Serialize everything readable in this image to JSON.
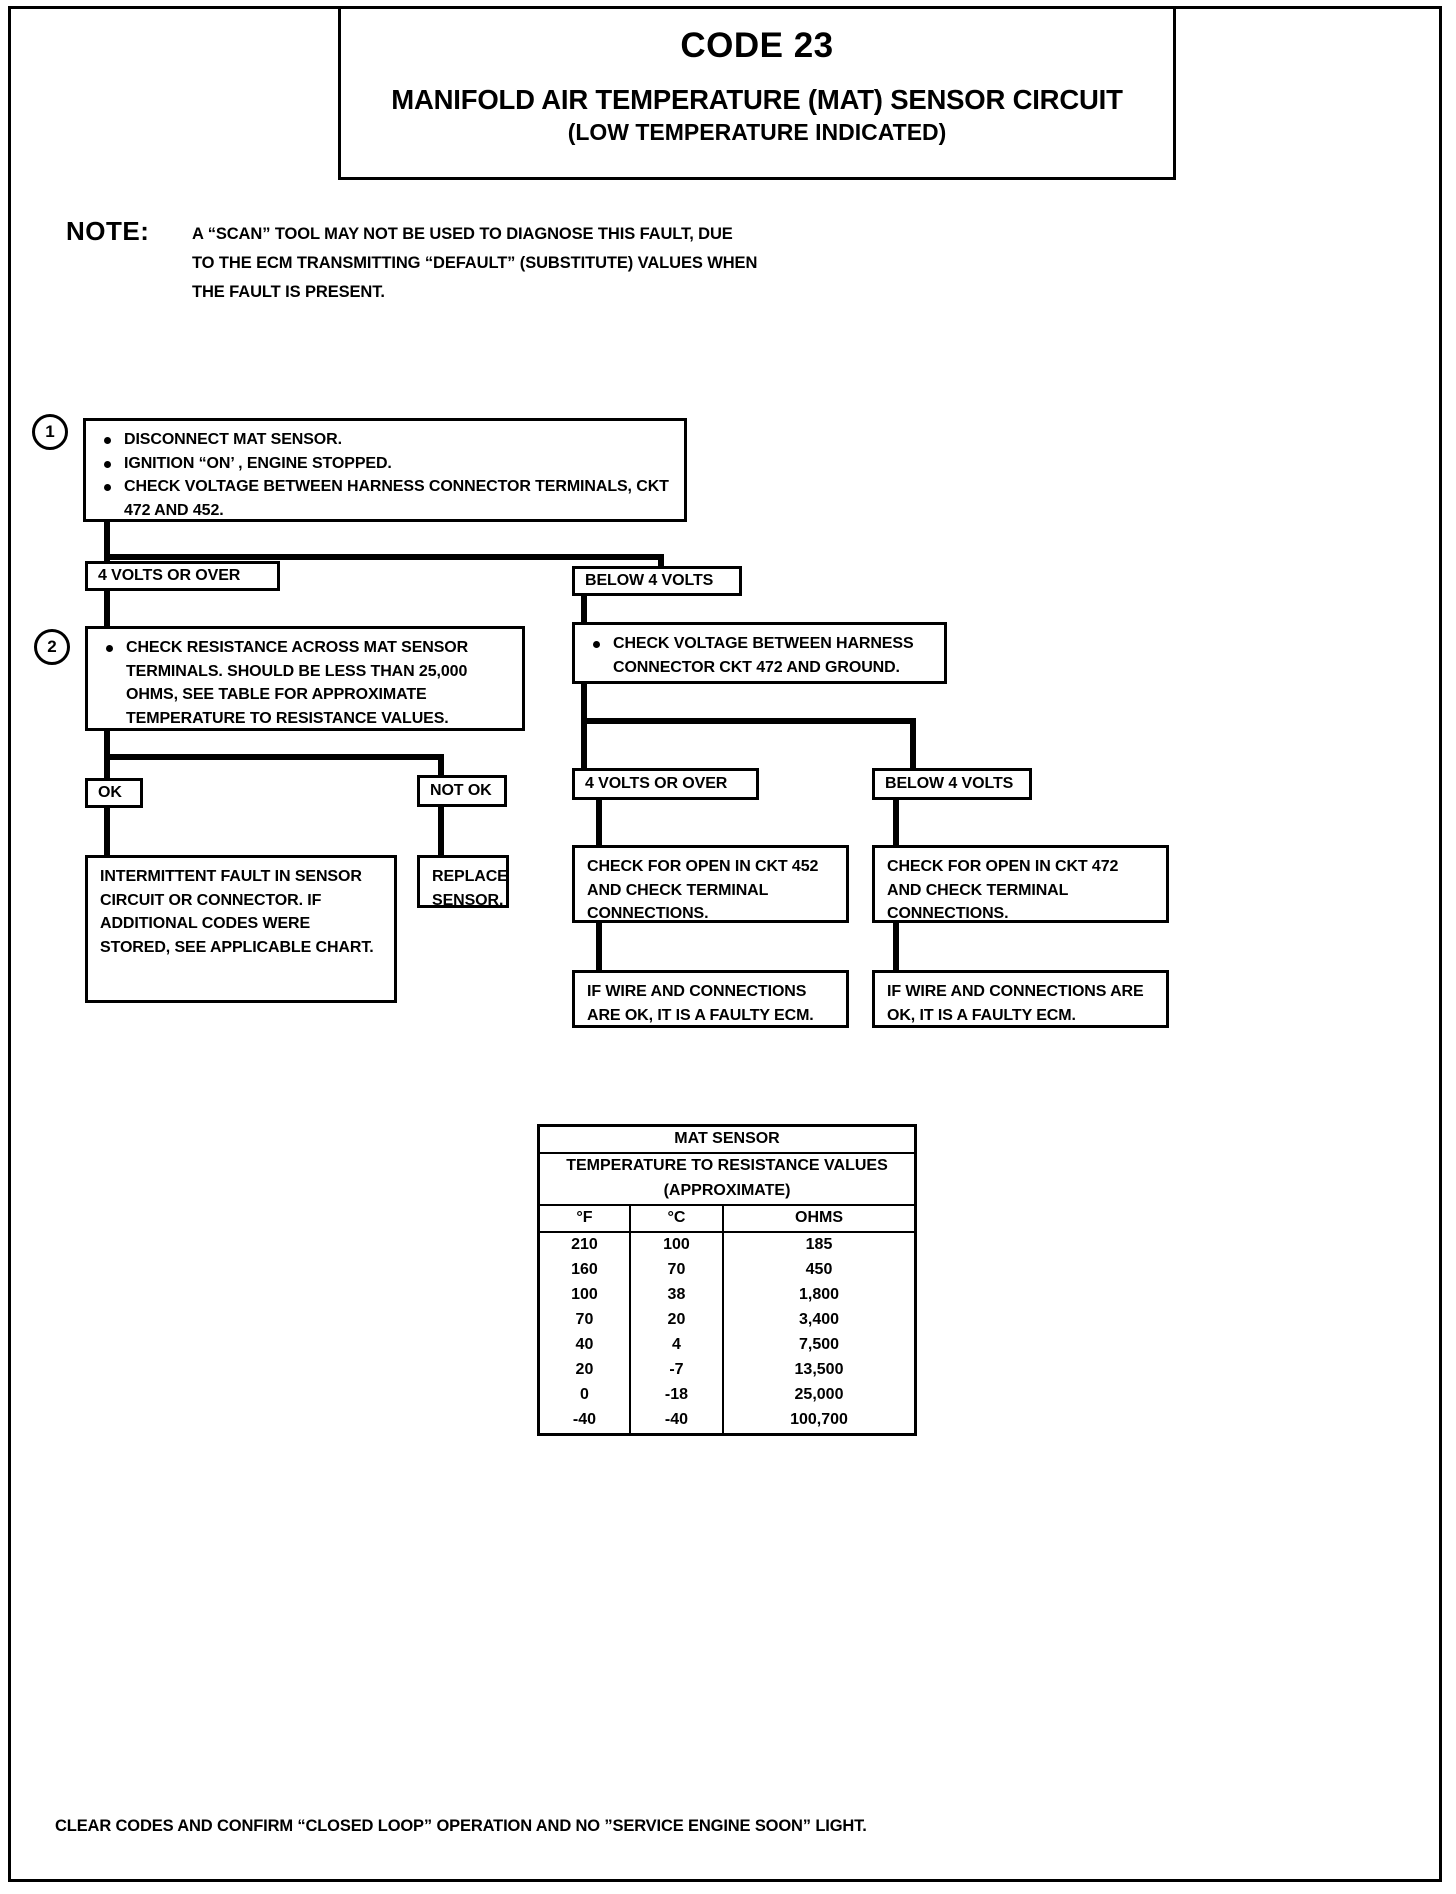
{
  "title": {
    "code": "CODE 23",
    "main": "MANIFOLD AIR TEMPERATURE (MAT) SENSOR CIRCUIT",
    "sub": "(LOW TEMPERATURE INDICATED)"
  },
  "note": {
    "label": "NOTE:",
    "lines": [
      "A “SCAN” TOOL MAY NOT BE USED TO DIAGNOSE THIS FAULT, DUE",
      "TO THE ECM TRANSMITTING “DEFAULT” (SUBSTITUTE) VALUES WHEN",
      "THE FAULT IS PRESENT."
    ]
  },
  "flow": {
    "step1": {
      "number": "1",
      "bullets": [
        "DISCONNECT MAT SENSOR.",
        "IGNITION “ON’ , ENGINE STOPPED.",
        "CHECK VOLTAGE BETWEEN HARNESS CONNECTOR TERMINALS, CKT 472 AND 452."
      ]
    },
    "branch_left_label": "4 VOLTS OR OVER",
    "branch_right_label": "BELOW 4 VOLTS",
    "step2": {
      "number": "2",
      "bullets": [
        "CHECK RESISTANCE ACROSS MAT SENSOR TERMINALS. SHOULD BE LESS THAN 25,000 OHMS, SEE TABLE FOR APPROXIMATE TEMPERATURE TO RESISTANCE VALUES."
      ]
    },
    "right_check": {
      "bullets": [
        "CHECK VOLTAGE BETWEEN HARNESS CONNECTOR CKT 472 AND GROUND."
      ]
    },
    "ok_label": "OK",
    "not_ok_label": "NOT OK",
    "right_sub_left_label": "4 VOLTS OR OVER",
    "right_sub_right_label": "BELOW 4 VOLTS",
    "intermittent_box": "INTERMITTENT FAULT IN SENSOR CIRCUIT OR CONNECTOR.  IF ADDITIONAL CODES WERE STORED, SEE APPLICABLE CHART.",
    "replace_box": "REPLACE SENSOR.",
    "open452_box": "CHECK FOR OPEN IN CKT 452 AND CHECK TERMINAL CONNECTIONS.",
    "open472_box": "CHECK FOR OPEN IN CKT 472 AND CHECK TERMINAL CONNECTIONS.",
    "faulty_ecm_left": "IF WIRE AND CONNECTIONS ARE OK, IT IS A FAULTY ECM.",
    "faulty_ecm_right": "IF WIRE AND CONNECTIONS ARE OK, IT IS A FAULTY ECM."
  },
  "table": {
    "title": "MAT SENSOR",
    "subtitle1": "TEMPERATURE TO RESISTANCE VALUES",
    "subtitle2": "(APPROXIMATE)",
    "columns": [
      "°F",
      "°C",
      "OHMS"
    ],
    "rows": [
      [
        "210",
        "100",
        "185"
      ],
      [
        "160",
        "70",
        "450"
      ],
      [
        "100",
        "38",
        "1,800"
      ],
      [
        "70",
        "20",
        "3,400"
      ],
      [
        "40",
        "4",
        "7,500"
      ],
      [
        "20",
        "-7",
        "13,500"
      ],
      [
        "0",
        "-18",
        "25,000"
      ],
      [
        "-40",
        "-40",
        "100,700"
      ]
    ]
  },
  "footer": "CLEAR CODES AND CONFIRM “CLOSED LOOP”  OPERATION AND NO ”SERVICE ENGINE SOON” LIGHT."
}
